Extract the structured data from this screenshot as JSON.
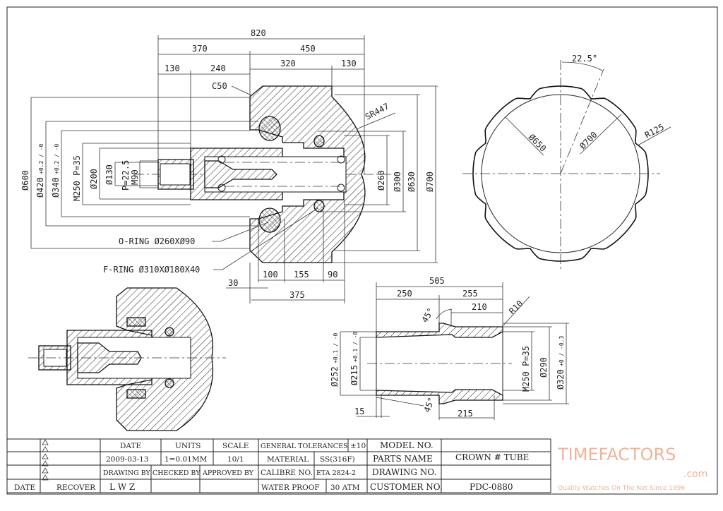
{
  "main_section": {
    "dims_top": {
      "d820": "820",
      "d370": "370",
      "d450": "450",
      "d130a": "130",
      "d240": "240",
      "d320": "320",
      "d130b": "130"
    },
    "chamfer": "C50",
    "sphere_radius": "SR447",
    "dims_left": {
      "d600": "Ø600",
      "d420": "Ø420",
      "d420_tol": "+0.2 / -0",
      "d340": "Ø340",
      "d340_tol": "+0.2 / -0",
      "m250": "M250 P=35",
      "d200": "Ø200",
      "d130": "Ø130",
      "m90": "M90",
      "p225": "P=22.5"
    },
    "dims_right": {
      "d260": "Ø260",
      "d300": "Ø300",
      "d630": "Ø630",
      "d700": "Ø700"
    },
    "dims_bottom": {
      "d100": "100",
      "d155": "155",
      "d90": "90",
      "d30": "30",
      "d375": "375"
    },
    "o_ring": "O-RING Ø260XØ90",
    "f_ring": "F-RING Ø310XØ180X40"
  },
  "end_view": {
    "angle": "22.5°",
    "d650": "Ø650",
    "d700": "Ø700",
    "radius": "R125",
    "scallop_count": 8
  },
  "tube_view": {
    "d505": "505",
    "d250": "250",
    "d255": "255",
    "d210": "210",
    "r10": "R10",
    "angle_top": "45°",
    "angle_bottom": "45°",
    "d252": "Ø252",
    "d252_tol": "+0.1 / -0",
    "d215": "Ø215",
    "d215_tol": "+0.1 / -0",
    "m250": "M250 P=35",
    "d290": "Ø290",
    "d320": "Ø320",
    "d320_tol": "+0 / -0.3",
    "d15": "15",
    "d215b": "215"
  },
  "title_block": {
    "rev_date": "DATE",
    "rev_recover": "RECOVER",
    "date_label": "DATE",
    "units_label": "UNITS",
    "scale_label": "SCALE",
    "date": "2009-03-13",
    "units": "1=0.01MM",
    "scale": "10/1",
    "drawing_by_label": "DRAWING BY",
    "checked_by_label": "CHECKED BY",
    "approved_by_label": "APPROVED BY",
    "drawing_by": "L W Z",
    "tolerances_label": "GENERAL TOLERANCES",
    "tolerances": "±10",
    "material_label": "MATERIAL",
    "material": "SS(316F)",
    "calibre_label": "CALIBRE NO.",
    "calibre": "ETA 2824-2",
    "water_label": "WATER PROOF",
    "water": "30 ATM",
    "model_label": "MODEL NO.",
    "parts_label": "PARTS NAME",
    "drawing_no_label": "DRAWING NO.",
    "customer_label": "CUSTOMER NO.",
    "parts_name": "CROWN # TUBE",
    "customer_no": "PDC-0880"
  },
  "watermark": {
    "brand": "TIMEFACTORS",
    "domain": ".com",
    "tagline": "Quality Watches On The Net Since 1996"
  }
}
